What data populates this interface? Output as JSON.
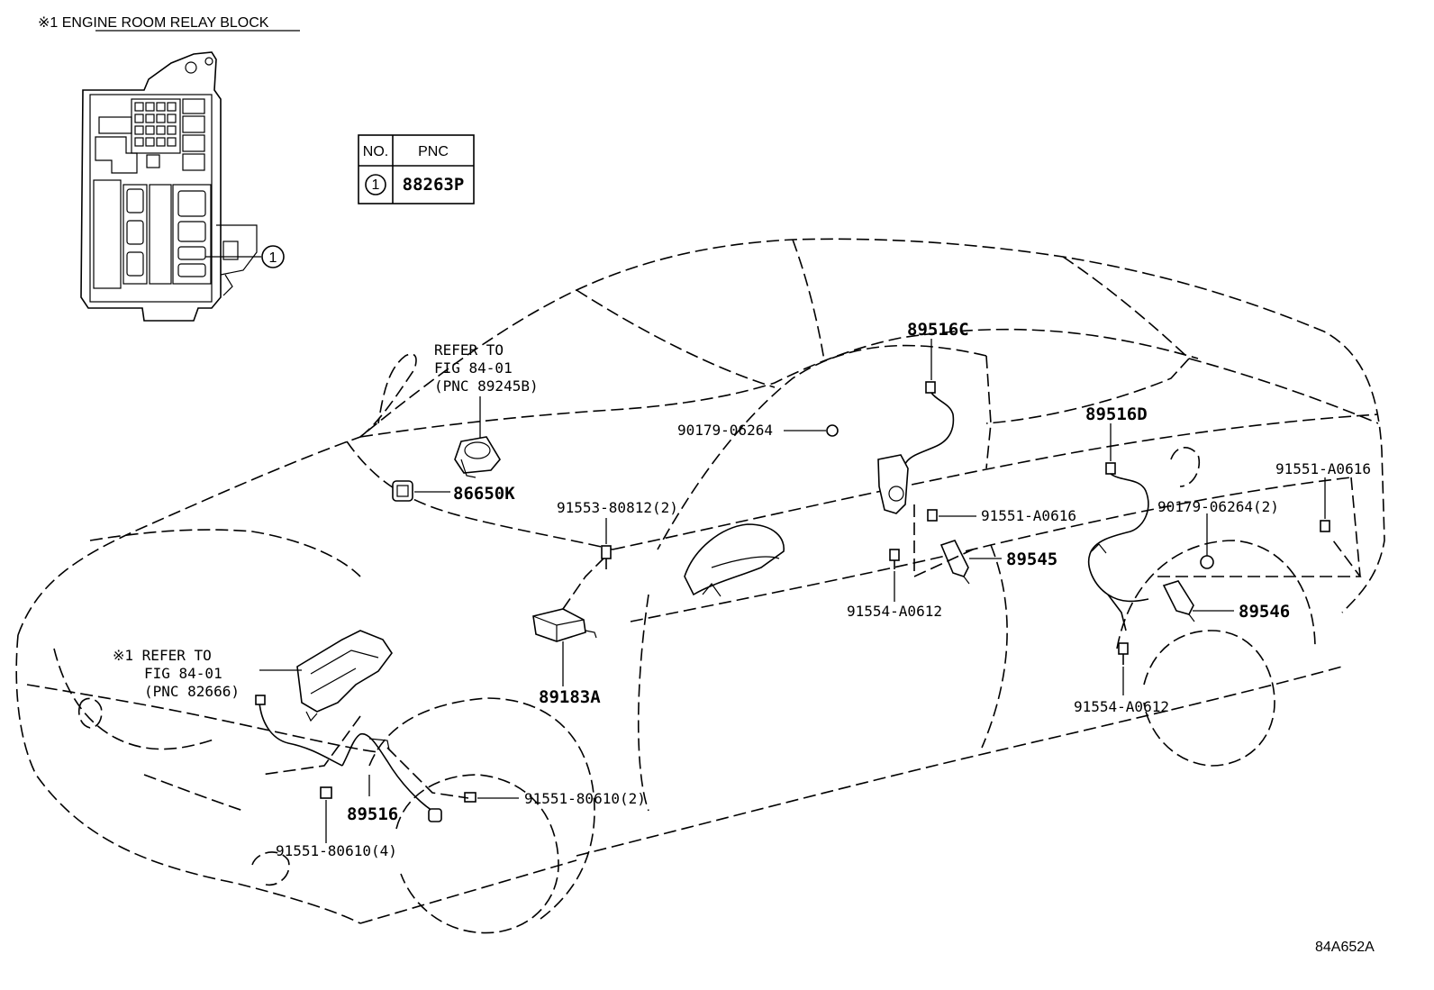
{
  "title": "※1 ENGINE ROOM RELAY BLOCK",
  "table": {
    "headers": [
      "NO.",
      "PNC"
    ],
    "rows": [
      {
        "no": "1",
        "pnc": "88263P"
      }
    ]
  },
  "callout_relay_marker": "1",
  "refer_top": {
    "line1": "REFER TO",
    "line2": "FIG 84-01",
    "line3": "(PNC 89245B)"
  },
  "refer_front": {
    "line1": "※1 REFER TO",
    "line2": "FIG 84-01",
    "line3": "(PNC 82666)"
  },
  "parts": {
    "p86650K": "86650K",
    "p91553": "91553-80812(2)",
    "p89183A": "89183A",
    "p90179_left": "90179-06264",
    "p89516C": "89516C",
    "p91551_A0616_left": "91551-A0616",
    "p89545": "89545",
    "p91554_left": "91554-A0612",
    "p89516D": "89516D",
    "p90179_right": "90179-06264(2)",
    "p91551_A0616_right": "91551-A0616",
    "p89546": "89546",
    "p91554_right": "91554-A0612",
    "p89516": "89516",
    "p91551_80610_2": "91551-80610(2)",
    "p91551_80610_4": "91551-80610(4)"
  },
  "figure_code": "84A652A"
}
